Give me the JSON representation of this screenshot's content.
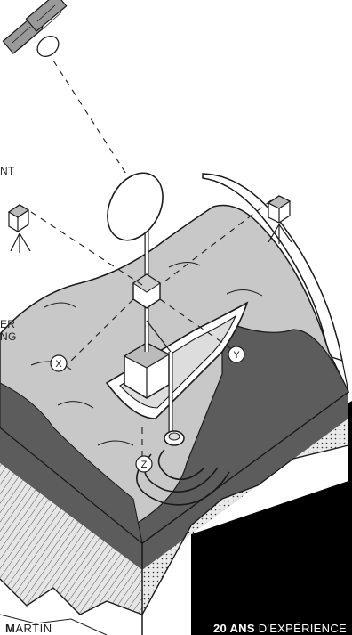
{
  "left_margin_labels": [
    "NT",
    "ER",
    "NG"
  ],
  "axis_labels": {
    "x": "X",
    "y": "Y",
    "z": "Z"
  },
  "footer": {
    "left_initial": "M",
    "left_rest": "ARTIN",
    "right_bold": "20 ANS",
    "right_rest": " D'EXPÉRIENCE"
  },
  "colors": {
    "water": "#c8c8c8",
    "seabed_dark": "#5c5c5c",
    "sediment": "#e6e6e6",
    "black_panel": "#000000",
    "line": "#1a1a1a"
  }
}
